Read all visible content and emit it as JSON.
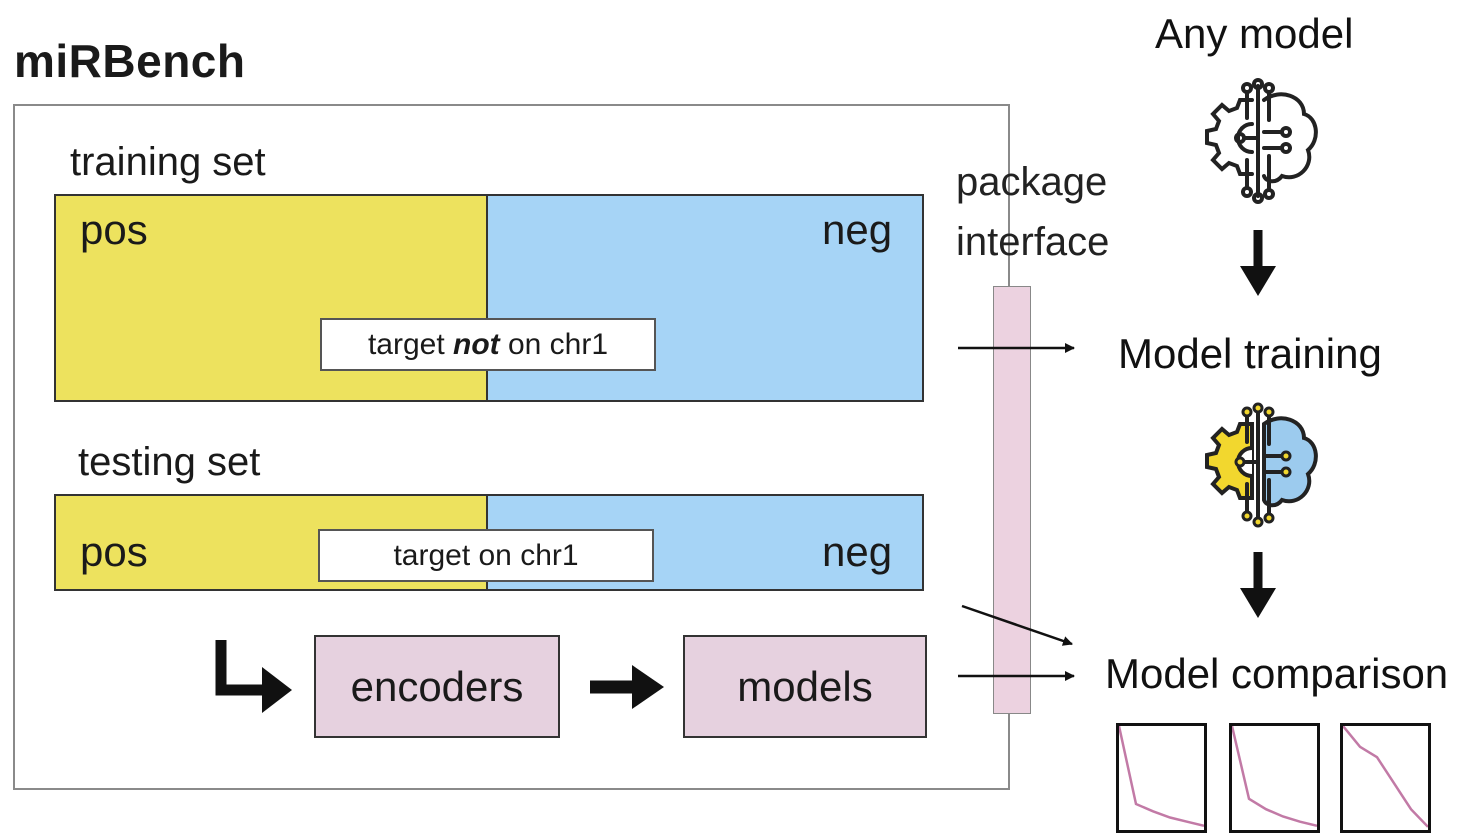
{
  "title": "miRBench",
  "training": {
    "label": "training set",
    "pos": "pos",
    "neg": "neg",
    "note_pre": "target ",
    "note_em": "not",
    "note_post": " on chr1"
  },
  "testing": {
    "label": "testing set",
    "pos": "pos",
    "neg": "neg",
    "note": "target on chr1"
  },
  "modules": {
    "encoders": "encoders",
    "models": "models"
  },
  "interface": {
    "line1": "package",
    "line2": "interface"
  },
  "right": {
    "any_model": "Any model",
    "model_training": "Model training",
    "model_comparison": "Model comparison"
  },
  "colors": {
    "pos": "#ede25e",
    "neg": "#a6d4f6",
    "module": "#e6d1df",
    "curve": "#c27aa6",
    "gear_yellow": "#f2d72e",
    "brain_blue": "#9ccbee"
  },
  "icons": [
    "ai-brain-outline-icon",
    "ai-brain-color-icon"
  ],
  "chart_data": [
    {
      "type": "line",
      "series": [
        {
          "values": [
            1.0,
            0.25,
            0.18,
            0.12,
            0.08,
            0.04
          ]
        }
      ]
    },
    {
      "type": "line",
      "series": [
        {
          "values": [
            1.0,
            0.3,
            0.2,
            0.13,
            0.08,
            0.04
          ]
        }
      ]
    },
    {
      "type": "line",
      "series": [
        {
          "values": [
            1.0,
            0.8,
            0.7,
            0.45,
            0.2,
            0.03
          ]
        }
      ]
    }
  ]
}
